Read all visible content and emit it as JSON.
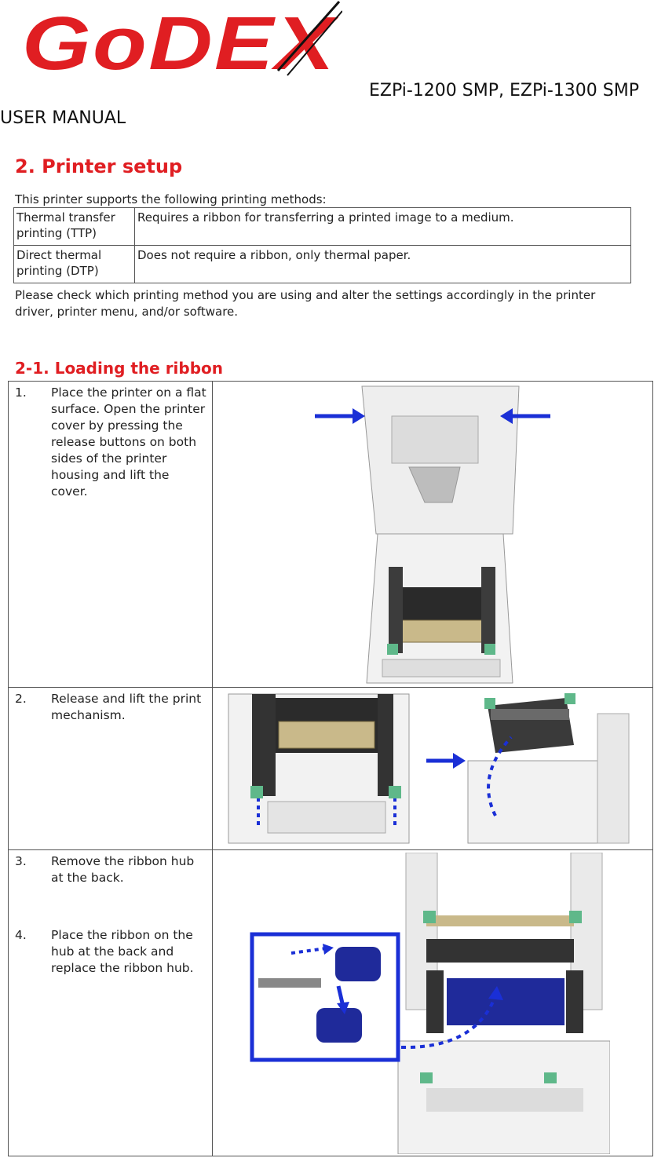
{
  "header": {
    "logo_text": "GoDEX",
    "model": "EZPi-1200 SMP, EZPi-1300 SMP",
    "manual": "USER MANUAL"
  },
  "section": {
    "title": "2. Printer setup",
    "intro": "This printer supports the following printing methods:",
    "methods": [
      {
        "name": "Thermal transfer printing (TTP)",
        "desc": "Requires a ribbon for transferring a printed image to a medium."
      },
      {
        "name": "Direct thermal printing (DTP)",
        "desc": "Does not require a ribbon, only thermal paper."
      }
    ],
    "note": "Please check which printing method you are using and alter the settings accordingly in the printer driver, printer menu, and/or software."
  },
  "subsection": {
    "title": "2-1. Loading the ribbon",
    "steps": [
      {
        "num": "1.",
        "text": "Place the printer on a flat surface. Open the printer cover by pressing the release buttons on both sides of the printer housing and lift the cover."
      },
      {
        "num": "2.",
        "text": "Release and lift the print mechanism."
      },
      {
        "num": "3.",
        "text": "Remove the ribbon hub\nat the back."
      },
      {
        "num": "4.",
        "text": "Place the ribbon on the hub at the back and replace the ribbon hub."
      }
    ]
  },
  "colors": {
    "logo_red": "#e01e22",
    "heading_red": "#e01e22",
    "arrow_blue": "#1a2fd6",
    "accent_green": "#5fb88a"
  }
}
